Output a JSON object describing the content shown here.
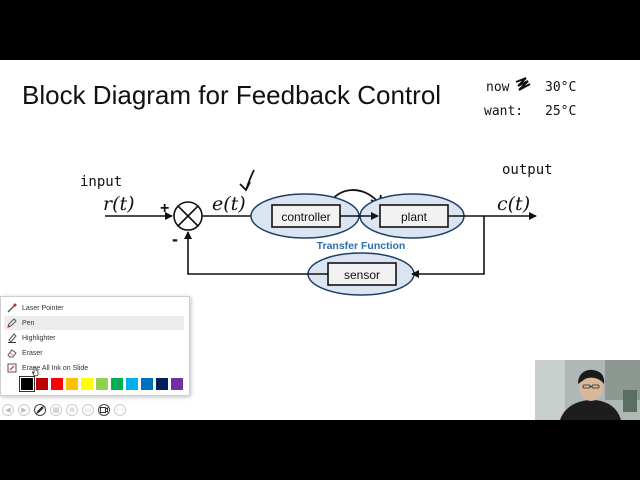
{
  "slide": {
    "title": "Block Diagram for Feedback Control",
    "handwriting": {
      "now": "now",
      "now_value": "30°C",
      "want": "want:",
      "want_value": "25°C",
      "input_note": "input",
      "output_note": "output"
    },
    "diagram": {
      "input_signal": "r(t)",
      "error_signal": "e(t)",
      "output_signal": "c(t)",
      "plus_sign": "+",
      "minus_sign": "-",
      "controller_label": "controller",
      "plant_label": "plant",
      "sensor_label": "sensor",
      "transfer_function_label": "Transfer Function",
      "accent_color": "#2f6db0",
      "ellipse_fill": "#dbe5f1"
    }
  },
  "pen_menu": {
    "items": [
      {
        "label": "Laser Pointer",
        "icon": "laser-pointer-icon"
      },
      {
        "label": "Pen",
        "icon": "pen-icon",
        "selected": true
      },
      {
        "label": "Highlighter",
        "icon": "highlighter-icon"
      },
      {
        "label": "Eraser",
        "icon": "eraser-icon"
      },
      {
        "label": "Erase All Ink on Slide",
        "icon": "erase-all-icon"
      }
    ],
    "colors": [
      "#000000",
      "#c00000",
      "#ff0000",
      "#ffc000",
      "#ffff00",
      "#92d050",
      "#00b050",
      "#00b0f0",
      "#0070c0",
      "#002060",
      "#7030a0"
    ],
    "selected_color": "#000000"
  },
  "toolbar": {
    "buttons": [
      "previous-icon",
      "next-icon",
      "pen-tool-icon",
      "slides-grid-icon",
      "zoom-icon",
      "screen-icon",
      "camera-icon",
      "more-icon"
    ]
  }
}
